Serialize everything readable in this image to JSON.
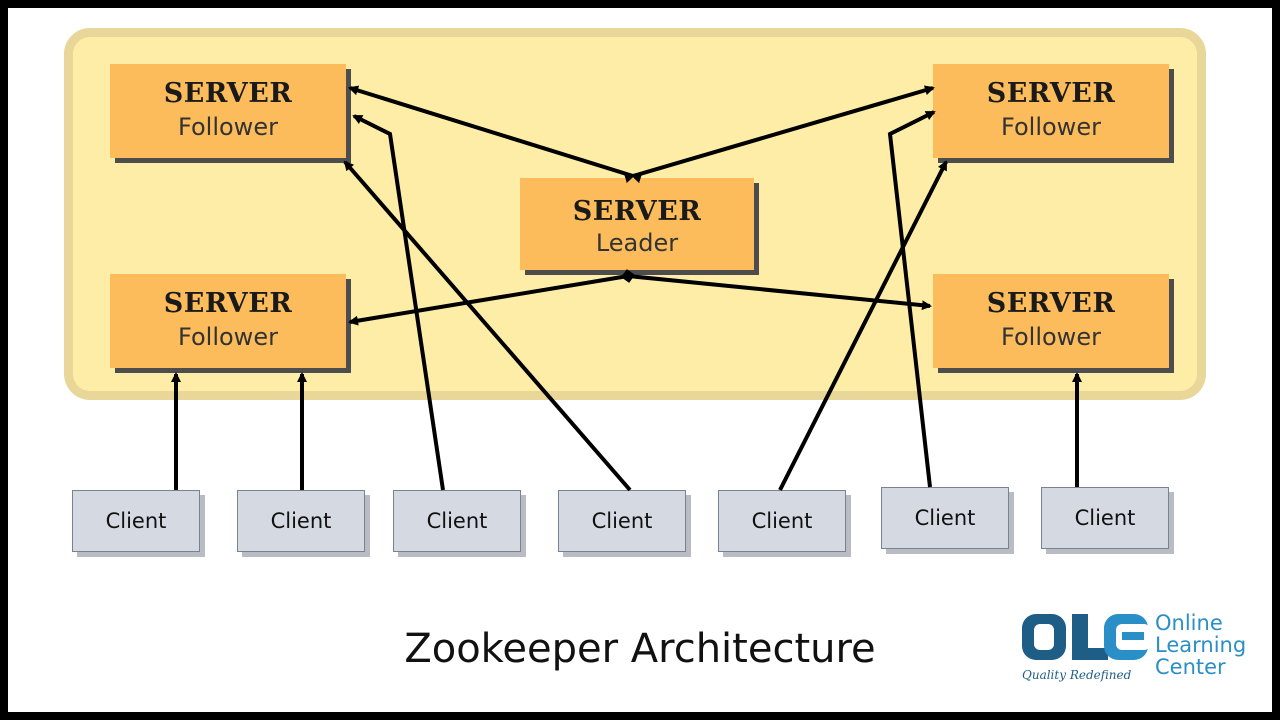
{
  "servers": [
    {
      "title": "SERVER",
      "role": "Follower"
    },
    {
      "title": "SERVER",
      "role": "Follower"
    },
    {
      "title": "SERVER",
      "role": "Leader"
    },
    {
      "title": "SERVER",
      "role": "Follower"
    },
    {
      "title": "SERVER",
      "role": "Follower"
    }
  ],
  "clients": [
    "Client",
    "Client",
    "Client",
    "Client",
    "Client",
    "Client",
    "Client"
  ],
  "caption": "Zookeeper Architecture",
  "logo": {
    "letters": "OLC",
    "name_lines": [
      "Online",
      "Learning",
      "Center"
    ],
    "tagline": "Quality Redefined"
  },
  "colors": {
    "cluster_fill": "#fdeda7",
    "cluster_border": "#e9d79a",
    "server_fill": "#fcbc5c",
    "client_fill": "#d4d9e2",
    "arrow": "#000000",
    "logo_dark": "#1e5e86",
    "logo_light": "#2a8fc7"
  }
}
